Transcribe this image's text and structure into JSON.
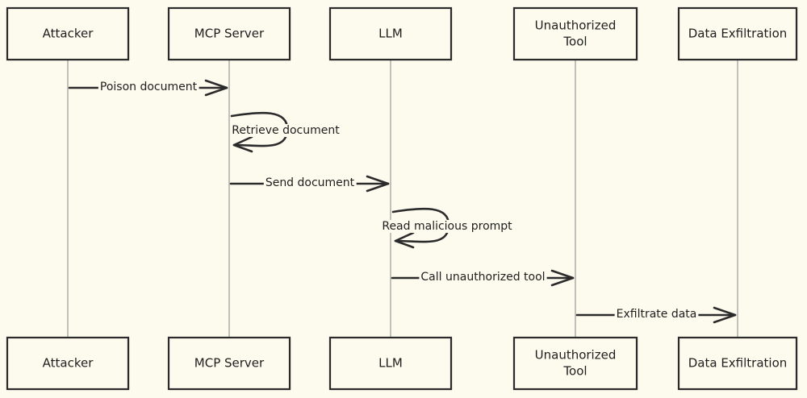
{
  "participants": [
    {
      "id": "attacker",
      "lines": [
        "Attacker"
      ]
    },
    {
      "id": "mcp",
      "lines": [
        "MCP Server"
      ]
    },
    {
      "id": "llm",
      "lines": [
        "LLM"
      ]
    },
    {
      "id": "tool",
      "lines": [
        "Unauthorized",
        "Tool"
      ]
    },
    {
      "id": "exfil",
      "lines": [
        "Data Exfiltration"
      ]
    }
  ],
  "messages": [
    {
      "from": "attacker",
      "to": "mcp",
      "label": "Poison document"
    },
    {
      "from": "mcp",
      "to": "mcp",
      "label": "Retrieve document"
    },
    {
      "from": "mcp",
      "to": "llm",
      "label": "Send document"
    },
    {
      "from": "llm",
      "to": "llm",
      "label": "Read malicious prompt"
    },
    {
      "from": "llm",
      "to": "tool",
      "label": "Call unauthorized tool"
    },
    {
      "from": "tool",
      "to": "exfil",
      "label": "Exfiltrate data"
    }
  ],
  "colors": {
    "background": "#fdfbee",
    "stroke": "#2b2b2b",
    "lifeline": "#9a9a9a",
    "text": "#1e1e1e"
  }
}
